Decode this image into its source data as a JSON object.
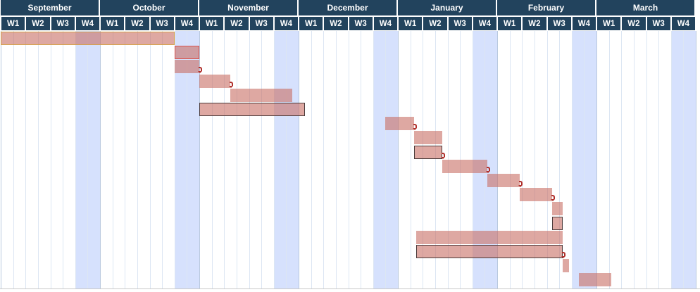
{
  "timeline": {
    "months": [
      "September",
      "October",
      "November",
      "December",
      "January",
      "February",
      "March"
    ],
    "week_labels": [
      "W1",
      "W2",
      "W3",
      "W4"
    ],
    "highlighted_week": "W4"
  },
  "tasks": [
    {
      "row": 0,
      "start_week": 0,
      "end_week": 7.0,
      "highlight": "gold"
    },
    {
      "row": 1,
      "start_week": 7.0,
      "end_week": 8.0,
      "highlight": "red"
    },
    {
      "row": 2,
      "start_week": 7.0,
      "end_week": 8.0,
      "dependency_arrow": true
    },
    {
      "row": 3,
      "start_week": 8.0,
      "end_week": 9.25,
      "dependency_arrow": true
    },
    {
      "row": 4,
      "start_week": 9.25,
      "end_week": 11.75
    },
    {
      "row": 5,
      "start_week": 8.0,
      "end_week": 12.25,
      "highlight": "dark"
    },
    {
      "row": 6,
      "start_week": 15.5,
      "end_week": 16.65,
      "dependency_arrow": true
    },
    {
      "row": 7,
      "start_week": 16.65,
      "end_week": 17.8
    },
    {
      "row": 8,
      "start_week": 16.65,
      "end_week": 17.8,
      "highlight": "dark",
      "dependency_arrow": true
    },
    {
      "row": 9,
      "start_week": 17.8,
      "end_week": 19.6,
      "dependency_arrow": true
    },
    {
      "row": 10,
      "start_week": 19.6,
      "end_week": 20.9,
      "dependency_arrow": true
    },
    {
      "row": 11,
      "start_week": 20.9,
      "end_week": 22.2,
      "dependency_arrow": true
    },
    {
      "row": 12,
      "start_week": 22.2,
      "end_week": 22.65
    },
    {
      "row": 13,
      "start_week": 22.2,
      "end_week": 22.65,
      "highlight": "dark"
    },
    {
      "row": 14,
      "start_week": 16.75,
      "end_week": 22.65
    },
    {
      "row": 15,
      "start_week": 16.75,
      "end_week": 22.65,
      "highlight": "dark",
      "dependency_arrow": true
    },
    {
      "row": 16,
      "start_week": 22.65,
      "end_week": 22.9
    },
    {
      "row": 17,
      "start_week": 23.3,
      "end_week": 24.6
    }
  ],
  "colors": {
    "header_bg": "#22435d",
    "header_text": "#ffffff",
    "week4_shade": "#d6e1fd",
    "bar_fill": "#d99a94",
    "highlight_gold": "#d6a24a",
    "highlight_red": "#d9534f",
    "highlight_dark": "#4a3a3a",
    "arrow": "#b0302c"
  }
}
